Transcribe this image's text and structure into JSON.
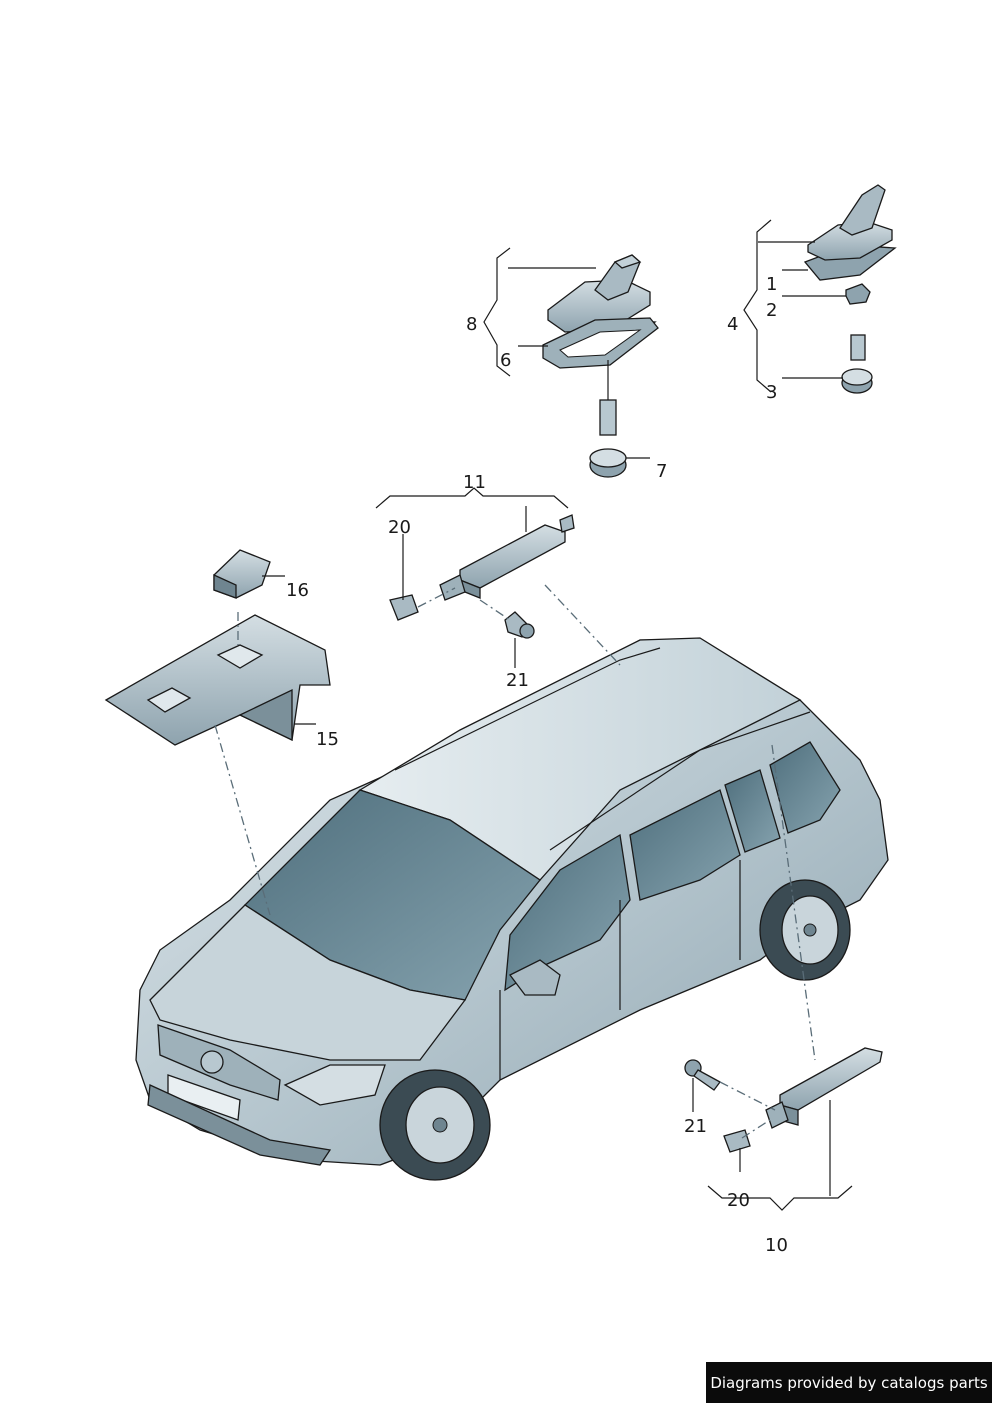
{
  "callouts": {
    "c1": "1",
    "c2": "2",
    "c3": "3",
    "c4": "4",
    "c6": "6",
    "c7": "7",
    "c8": "8",
    "c10": "10",
    "c11": "11",
    "c15": "15",
    "c16": "16",
    "c20a": "20",
    "c20b": "20",
    "c21a": "21",
    "c21b": "21"
  },
  "footer": {
    "text": "Diagrams provided by catalogs parts"
  },
  "colors": {
    "part_fill": "#a9bac3",
    "part_light": "#d4dee3",
    "part_dark": "#6f8590",
    "glass": "#5f7e8c",
    "outline": "#1a1a1a",
    "footer_bg": "#0b0b0b"
  }
}
